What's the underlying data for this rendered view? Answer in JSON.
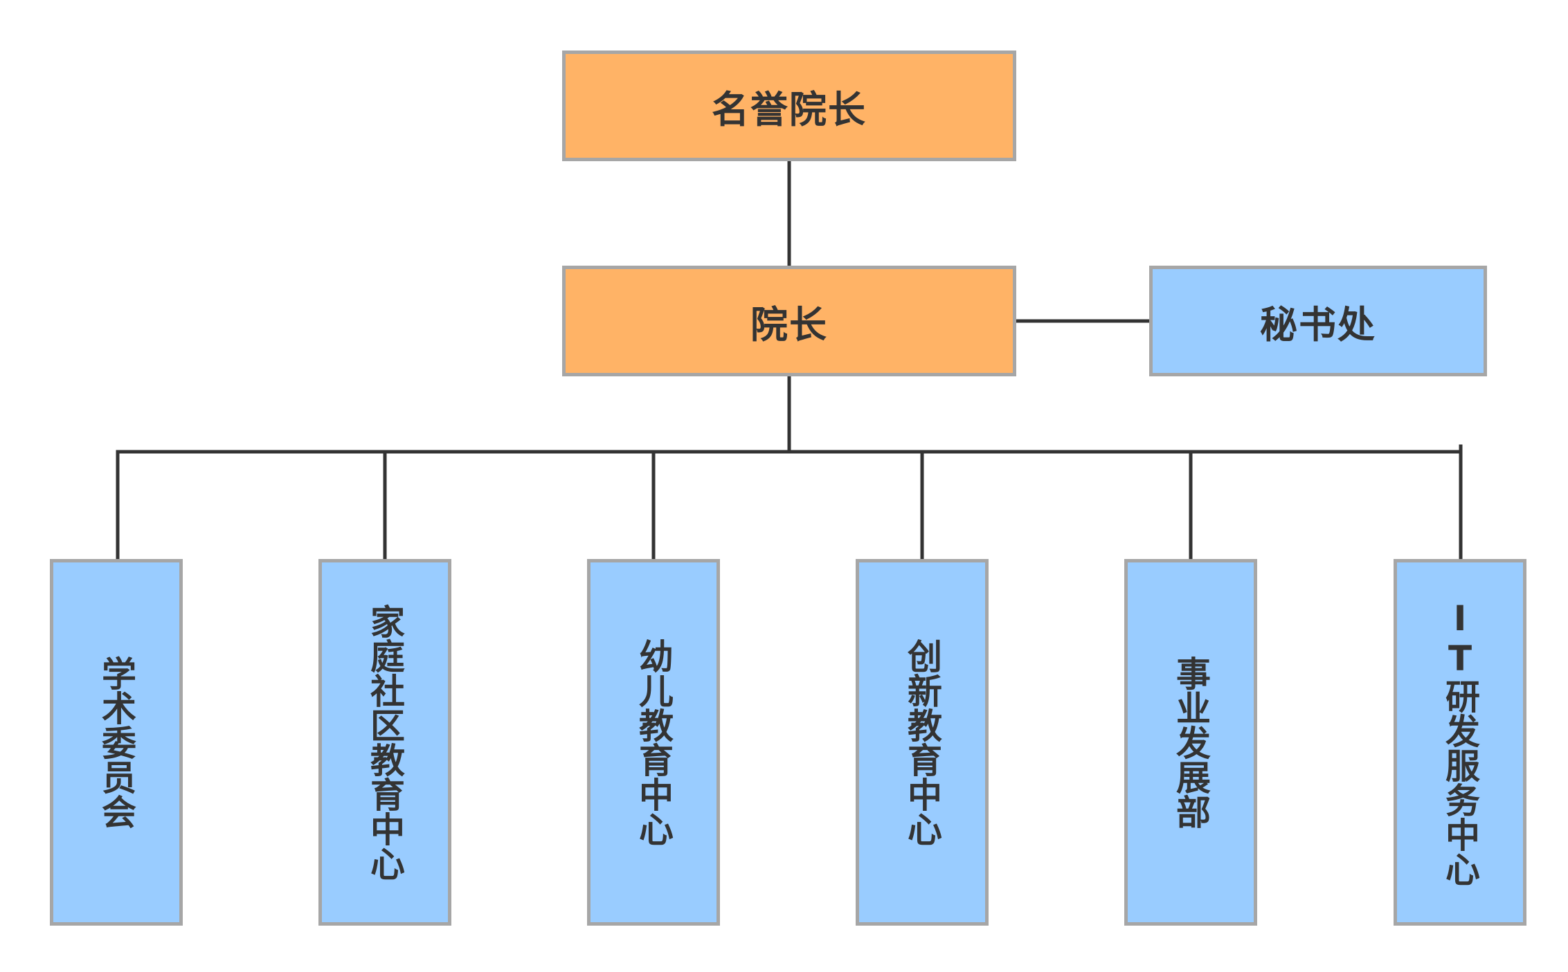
{
  "diagram": {
    "top_nodes": {
      "honorary_dean": "名誉院长",
      "dean": "院长",
      "secretariat": "秘书处"
    },
    "departments": [
      "学术委员会",
      "家庭社区教育中心",
      "幼儿教育中心",
      "创新教育中心",
      "事业发展部",
      "IT研发服务中心"
    ],
    "colors": {
      "leadership_fill": "#ffb366",
      "unit_fill": "#99ccff",
      "border": "#a6a6a6",
      "connector": "#333333",
      "text": "#333333"
    }
  }
}
